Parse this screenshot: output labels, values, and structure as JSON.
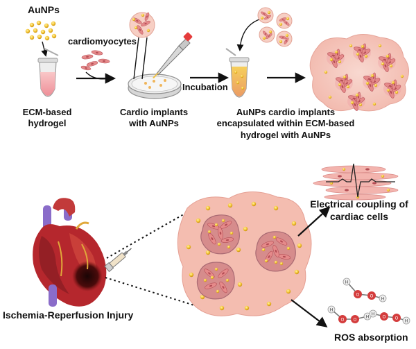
{
  "labels": {
    "aunps": "AuNPs",
    "cardiomyocytes": "cardiomyocytes",
    "incubation": "Incubation",
    "hydrogel_line1": "ECM-based",
    "hydrogel_line2": "hydrogel",
    "implants_line1": "Cardio implants",
    "implants_line2": "with AuNPs",
    "encaps_line1": "AuNPs cardio implants",
    "encaps_line2": "encapsulated within ECM-based",
    "encaps_line3": "hydrogel with AuNPs",
    "ischemia": "Ischemia-Reperfusion Injury",
    "electrical_line1": "Electrical coupling of",
    "electrical_line2": "cardiac cells",
    "ros": "ROS absorption"
  },
  "molecule_atoms": [
    "H",
    "O",
    "O",
    "H"
  ],
  "colors": {
    "gold_particle": "#f3c331",
    "cell_pink": "#e58a8a",
    "hydrogel_pink": "#f6cfc6",
    "tube_liquid": "#f4a9ae",
    "heart_red": "#b62a30",
    "oxygen_red": "#d43c3c",
    "arrow": "#111111"
  }
}
